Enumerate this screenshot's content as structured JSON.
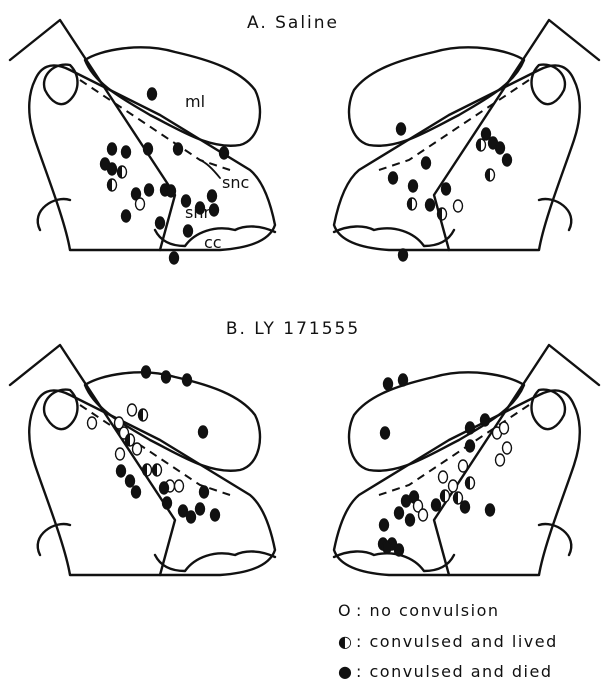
{
  "panels": [
    {
      "id": "A",
      "title": "A. Saline"
    },
    {
      "id": "B",
      "title": "B. LY 171555"
    }
  ],
  "labels": {
    "ml": "ml",
    "snc": "snc",
    "snr": "snr",
    "cc": "cc"
  },
  "legend": [
    {
      "marker": "open",
      "symbol": "O",
      "text": "no convulsion"
    },
    {
      "marker": "half",
      "symbol": "◐",
      "text": "convulsed and lived"
    },
    {
      "marker": "filled",
      "symbol": "●",
      "text": "convulsed and died"
    }
  ],
  "colors": {
    "ink": "#111111",
    "background": "#ffffff"
  }
}
